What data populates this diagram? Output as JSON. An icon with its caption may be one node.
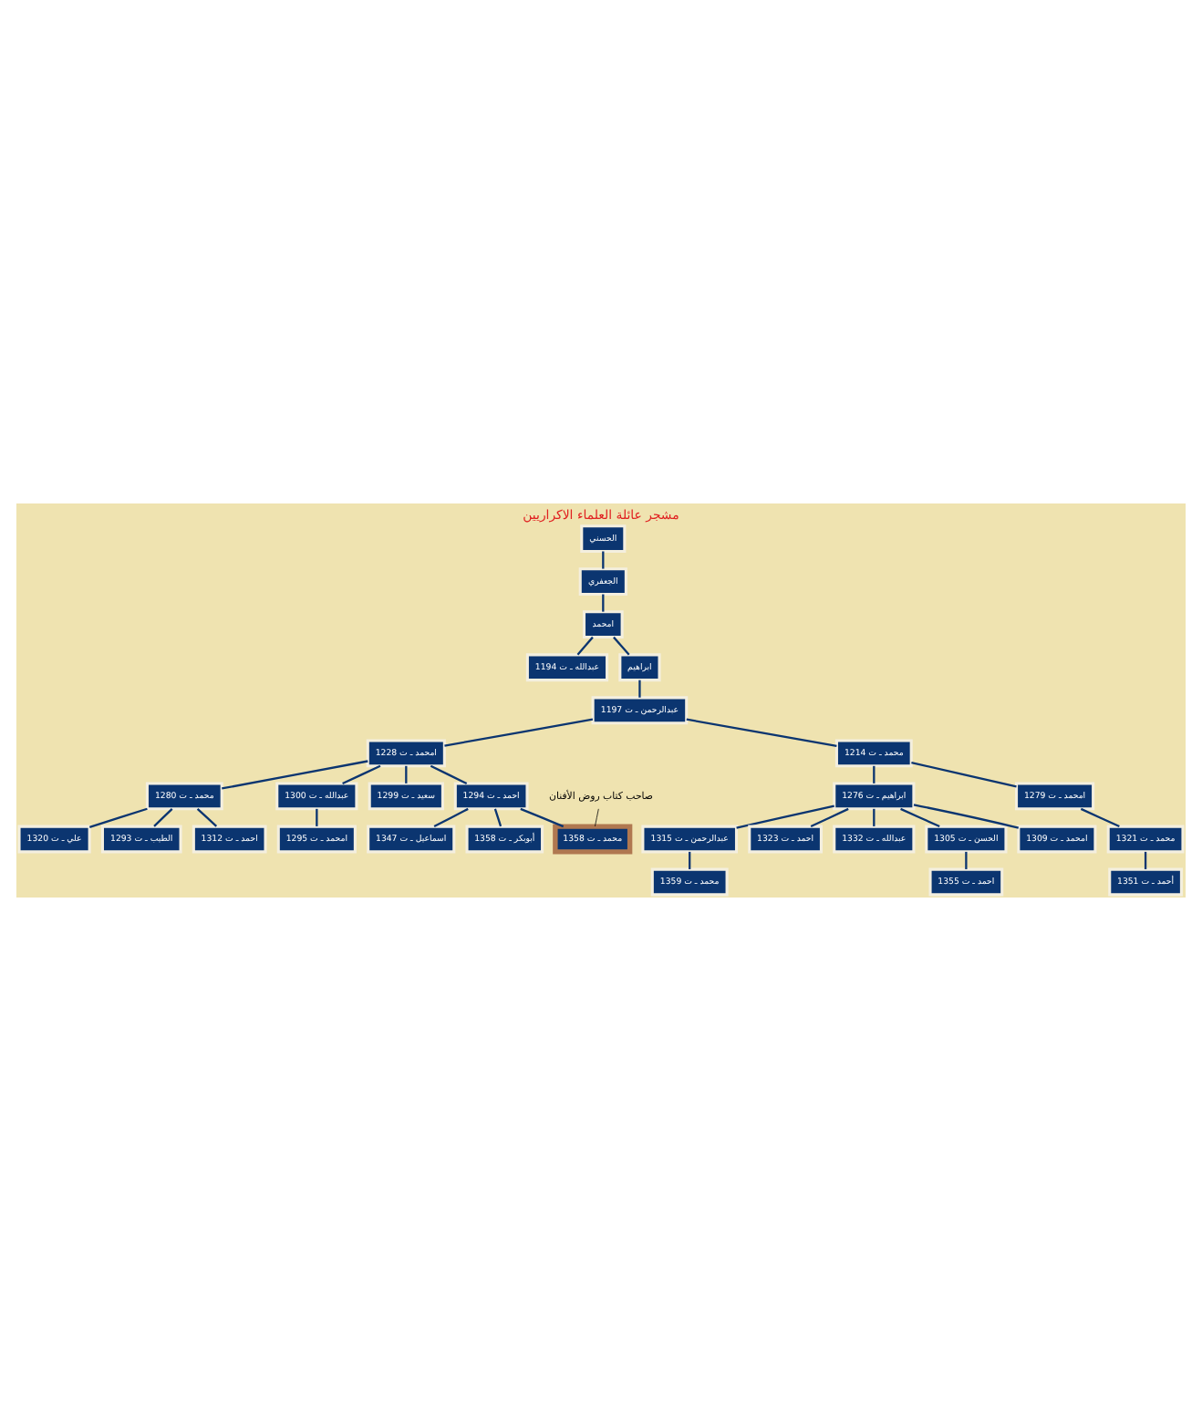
{
  "diagram": {
    "title": "مشجر عائلة العلماء الاكراريين",
    "nodes": [
      {
        "text": [
          "الحسني"
        ]
      },
      {
        "text": [
          "الجعفري"
        ]
      },
      {
        "text": [
          "امحمد"
        ]
      },
      {
        "text": [
          "عبدالله ـ ت 1194"
        ]
      },
      {
        "text": [
          "ابراهيم"
        ]
      },
      {
        "text": [
          "عبدالرحمن ـ ت 1197"
        ]
      },
      {
        "text": [
          "امحمد ـ ت 1228"
        ]
      },
      {
        "text": [
          "محمد ـ ت 1214"
        ]
      },
      {
        "text": [
          "محمد ـ ت 1280"
        ]
      },
      {
        "text": [
          "عبدالله ـ ت 1300"
        ]
      },
      {
        "text": [
          "سعيد ـ ت 1299"
        ]
      },
      {
        "text": [
          "احمد ـ ت 1294"
        ]
      },
      {
        "text": [
          "ابراهيم ـ ت 1276"
        ]
      },
      {
        "text": [
          "امحمد ـ ت 1279"
        ]
      },
      {
        "text": [
          "علي ـ ت 1320"
        ]
      },
      {
        "text": [
          "الطيب ـ ت 1293"
        ]
      },
      {
        "text": [
          "احمد ـ ت 1312"
        ]
      },
      {
        "text": [
          "امحمد ـ ت 1295"
        ]
      },
      {
        "text": [
          "اسماعيل ـ ت 1347"
        ]
      },
      {
        "text": [
          "أبوبكر ـ ت 1358"
        ]
      },
      {
        "text": [
          "محمد ـ ت 1358"
        ]
      },
      {
        "text": [
          "عبدالرحمن ـ ت 1315"
        ]
      },
      {
        "text": [
          "محمد ـ ت 1359"
        ]
      },
      {
        "text": [
          "احمد ـ ت 1323"
        ]
      },
      {
        "text": [
          "عبدالله ـ ت 1332"
        ]
      },
      {
        "text": [
          "الحسن ـ ت 1305"
        ]
      },
      {
        "text": [
          "احمد ـ ت 1355"
        ]
      },
      {
        "text": [
          "امحمد ـ ت 1309"
        ]
      },
      {
        "text": [
          "محمد ـ ت 1321"
        ]
      },
      {
        "text": [
          "أحمد ـ ت 1351"
        ]
      },
      {
        "text": [
          "صاحب كتاب روض الأفنان"
        ]
      }
    ],
    "edges": [
      {
        "from": 0,
        "to": 1,
        "arrow": "none"
      },
      {
        "from": 1,
        "to": 2,
        "arrow": "none"
      },
      {
        "from": 2,
        "to": 3,
        "arrow": "none"
      },
      {
        "from": 2,
        "to": 4,
        "arrow": "none"
      },
      {
        "from": 4,
        "to": 5,
        "arrow": "none"
      },
      {
        "from": 5,
        "to": 6,
        "arrow": "none"
      },
      {
        "from": 5,
        "to": 7,
        "arrow": "none"
      },
      {
        "from": 6,
        "to": 8,
        "arrow": "none"
      },
      {
        "from": 6,
        "to": 9,
        "arrow": "none"
      },
      {
        "from": 6,
        "to": 10,
        "arrow": "none"
      },
      {
        "from": 6,
        "to": 11,
        "arrow": "none"
      },
      {
        "from": 7,
        "to": 12,
        "arrow": "none"
      },
      {
        "from": 7,
        "to": 13,
        "arrow": "none"
      },
      {
        "from": 8,
        "to": 14,
        "arrow": "none"
      },
      {
        "from": 8,
        "to": 15,
        "arrow": "none"
      },
      {
        "from": 8,
        "to": 16,
        "arrow": "none"
      },
      {
        "from": 9,
        "to": 17,
        "arrow": "none"
      },
      {
        "from": 11,
        "to": 18,
        "arrow": "none"
      },
      {
        "from": 11,
        "to": 19,
        "arrow": "none"
      },
      {
        "from": 11,
        "to": 20,
        "arrow": "none"
      },
      {
        "from": 12,
        "to": 21,
        "arrow": "none"
      },
      {
        "from": 12,
        "to": 23,
        "arrow": "none"
      },
      {
        "from": 12,
        "to": 24,
        "arrow": "none"
      },
      {
        "from": 12,
        "to": 25,
        "arrow": "none"
      },
      {
        "from": 12,
        "to": 27,
        "arrow": "none"
      },
      {
        "from": 21,
        "to": 22,
        "arrow": "none"
      },
      {
        "from": 25,
        "to": 26,
        "arrow": "none"
      },
      {
        "from": 13,
        "to": 28,
        "arrow": "none"
      },
      {
        "from": 28,
        "to": 29,
        "arrow": "none"
      },
      {
        "from": 30,
        "to": 20,
        "arrow": "none",
        "color": "#000000"
      }
    ]
  }
}
